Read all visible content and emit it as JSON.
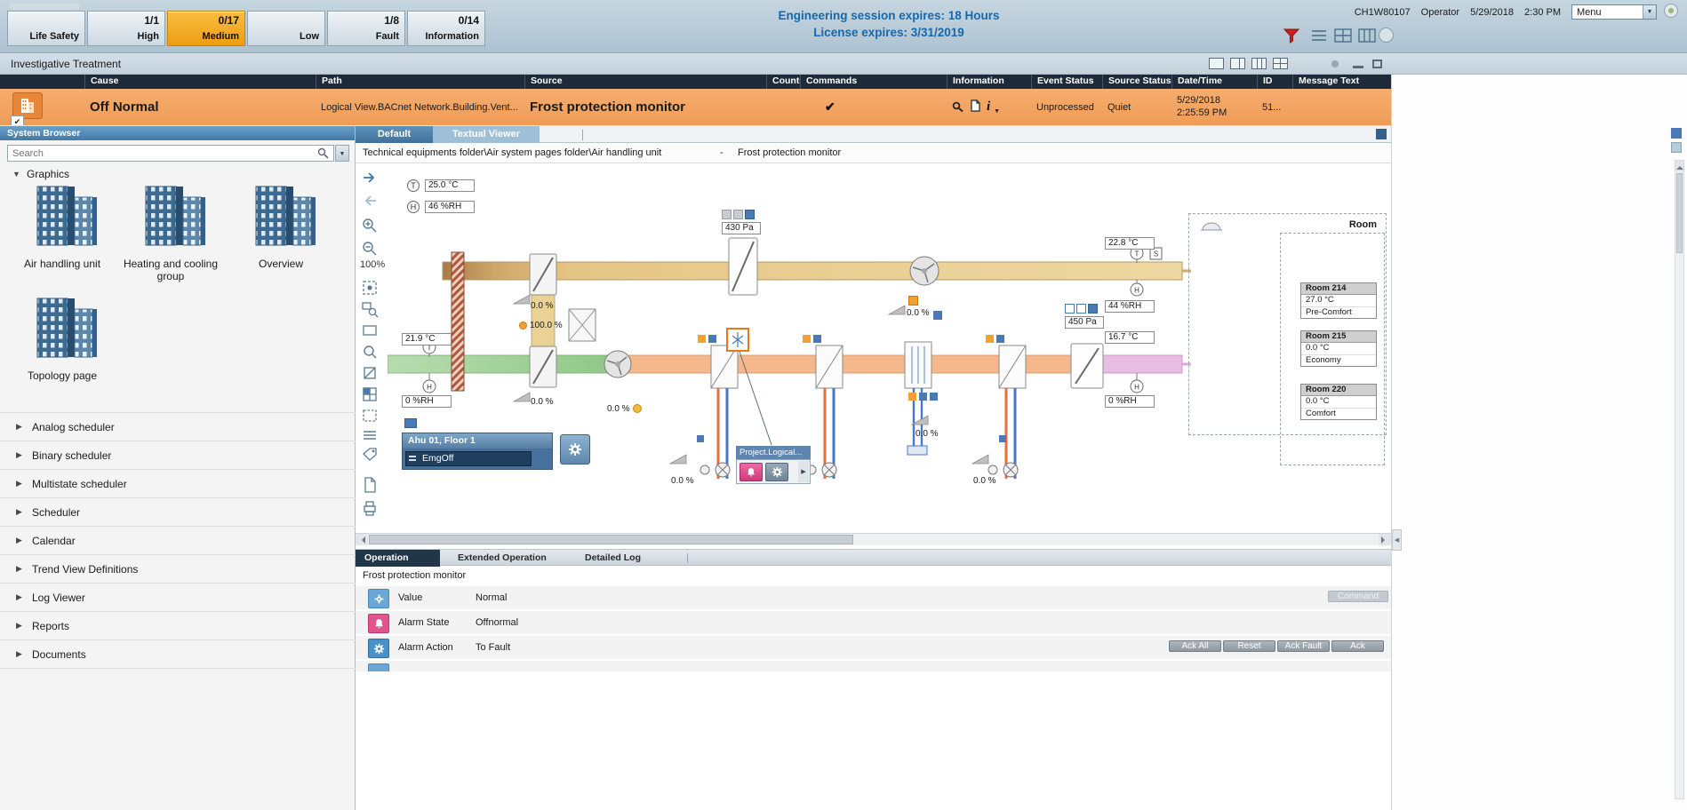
{
  "icons": {
    "check": "✔",
    "dropdown": "▼",
    "chevron_right": "▶",
    "chevron_down": "▼",
    "chevron_left": "◀",
    "info": "i"
  },
  "topbar": {
    "alarm_buttons": [
      {
        "count": "",
        "label": "Life Safety"
      },
      {
        "count": "1/1",
        "label": "High"
      },
      {
        "count": "0/17",
        "label": "Medium"
      },
      {
        "count": "",
        "label": "Low"
      },
      {
        "count": "1/8",
        "label": "Fault"
      },
      {
        "count": "0/14",
        "label": "Information"
      }
    ],
    "session_line1": "Engineering session expires: 18 Hours",
    "session_line2": "License expires: 3/31/2019",
    "host": "CH1W80107",
    "user": "Operator",
    "date": "5/29/2018",
    "time": "2:30 PM",
    "menu_label": "Menu"
  },
  "treatment_bar": {
    "title": "Investigative Treatment"
  },
  "alarm_table": {
    "columns": [
      "Cause",
      "Path",
      "Source",
      "Counter",
      "Commands",
      "Information",
      "Event Status",
      "Source Status",
      "Date/Time",
      "ID",
      "Message Text"
    ],
    "row": {
      "cause": "Off Normal",
      "path": "Logical View.BACnet Network.Building.Vent...",
      "source": "Frost protection monitor",
      "event_status": "Unprocessed",
      "source_status": "Quiet",
      "date": "5/29/2018",
      "time": "2:25:59 PM",
      "id": "51..."
    }
  },
  "system_browser": {
    "title": "System Browser",
    "search_placeholder": "Search",
    "graphics_section": "Graphics",
    "graphics_items": [
      {
        "label": "Air handling unit"
      },
      {
        "label": "Heating and cooling group"
      },
      {
        "label": "Overview"
      },
      {
        "label": "Topology page"
      }
    ],
    "tree_items": [
      {
        "label": "Analog scheduler"
      },
      {
        "label": "Binary scheduler"
      },
      {
        "label": "Multistate scheduler"
      },
      {
        "label": "Scheduler"
      },
      {
        "label": "Calendar"
      },
      {
        "label": "Trend View Definitions"
      },
      {
        "label": "Log Viewer"
      },
      {
        "label": "Reports"
      },
      {
        "label": "Documents"
      }
    ]
  },
  "main": {
    "tabs": [
      {
        "label": "Default"
      },
      {
        "label": "Textual Viewer"
      }
    ],
    "breadcrumb_path": "Technical equipments folder\\Air system pages folder\\Air handling unit",
    "breadcrumb_sep": "-",
    "breadcrumb_current": "Frost protection monitor",
    "zoom_level": "100%"
  },
  "diagram": {
    "values": [
      "25.0 °C",
      "46 %RH",
      "430 Pa",
      "0.0 %",
      "100.0 %",
      "21.9 °C",
      "0 %RH",
      "0.0 %",
      "0.0 %",
      "0.0 %",
      "22.8 °C",
      "44 %RH",
      "450 Pa",
      "16.7 °C",
      "0 %RH",
      "0.0 %",
      "0.0 %",
      "0.0 %"
    ],
    "sensors": [
      "T",
      "H",
      "T",
      "H",
      "T",
      "H",
      "S",
      "H"
    ],
    "ahu_panel": {
      "title": "Ahu 01, Floor 1",
      "value": "EmgOff"
    },
    "tooltip_title": "Project.Logical...",
    "room_panel": {
      "title": "Room",
      "rooms": [
        {
          "name": "Room 214",
          "temp": "27.0 °C",
          "mode": "Pre-Comfort"
        },
        {
          "name": "Room 215",
          "temp": "0.0 °C",
          "mode": "Economy"
        },
        {
          "name": "Room 220",
          "temp": "0.0 °C",
          "mode": "Comfort"
        }
      ]
    }
  },
  "operation_panel": {
    "tabs": [
      {
        "label": "Operation"
      },
      {
        "label": "Extended Operation"
      },
      {
        "label": "Detailed Log"
      }
    ],
    "subtitle": "Frost protection monitor",
    "rows": [
      {
        "name": "Value",
        "value": "Normal"
      },
      {
        "name": "Alarm State",
        "value": "Offnormal"
      },
      {
        "name": "Alarm Action",
        "value": "To Fault"
      }
    ],
    "command_button": "Command",
    "buttons": [
      {
        "label": "Ack All"
      },
      {
        "label": "Reset"
      },
      {
        "label": "Ack Fault"
      },
      {
        "label": "Ack"
      }
    ]
  }
}
